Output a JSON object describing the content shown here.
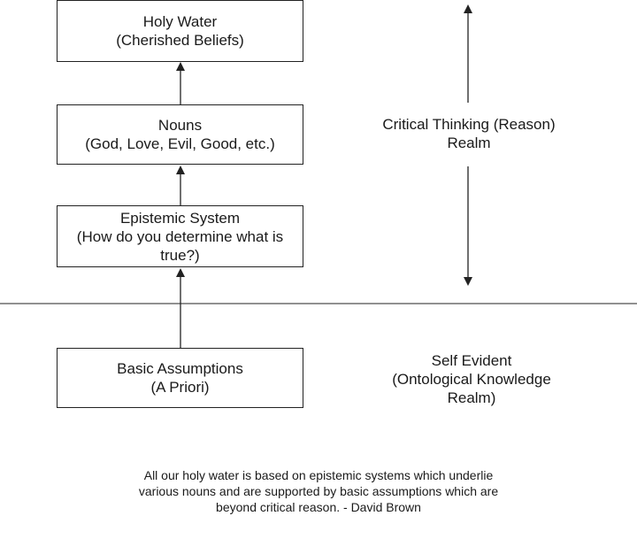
{
  "boxes": {
    "holy_water": {
      "title": "Holy Water",
      "subtitle": "(Cherished Beliefs)"
    },
    "nouns": {
      "title": "Nouns",
      "subtitle": "(God, Love, Evil, Good, etc.)"
    },
    "epistemic_system": {
      "title": "Epistemic System",
      "subtitle_line1": "(How do you determine what is",
      "subtitle_line2": "true?)"
    },
    "basic_assumptions": {
      "title": "Basic Assumptions",
      "subtitle": "(A Priori)"
    }
  },
  "realms": {
    "critical_thinking": {
      "line1": "Critical Thinking (Reason)",
      "line2": "Realm"
    },
    "self_evident": {
      "line1": "Self Evident",
      "line2": "(Ontological Knowledge",
      "line3": "Realm)"
    }
  },
  "caption": {
    "line1": "All our holy water is based on epistemic systems which underlie",
    "line2": "various nouns and are supported by basic assumptions which are",
    "line3": "beyond critical reason. - David Brown"
  },
  "colors": {
    "line": "#222222",
    "text": "#1a1a1a",
    "background": "#ffffff"
  }
}
